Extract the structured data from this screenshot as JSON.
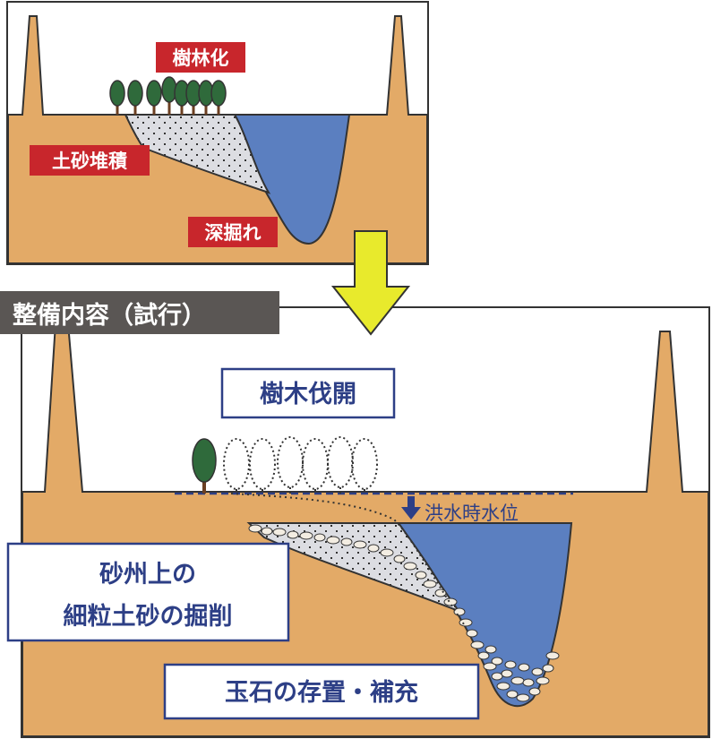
{
  "top_panel": {
    "labels": {
      "afforestation": "樹林化",
      "sedimentation": "土砂堆積",
      "scouring": "深掘れ"
    }
  },
  "bottom_panel": {
    "header": "整備内容（試行）",
    "labels": {
      "tree_felling": "樹木伐開",
      "fine_sediment_excavation_line1": "砂州上の",
      "fine_sediment_excavation_line2": "細粒土砂の掘削",
      "cobble_placement": "玉石の存置・補充",
      "flood_water_level": "洪水時水位"
    }
  },
  "colors": {
    "ground": "#e3aa67",
    "water": "#5b7fc0",
    "sediment": "#dcdde2",
    "red_label": "#c8262c",
    "blue_label_border": "#2d3f86",
    "header_bg": "#5a5654",
    "arrow": "#e8ea2c",
    "tree": "#2f6a3b"
  }
}
